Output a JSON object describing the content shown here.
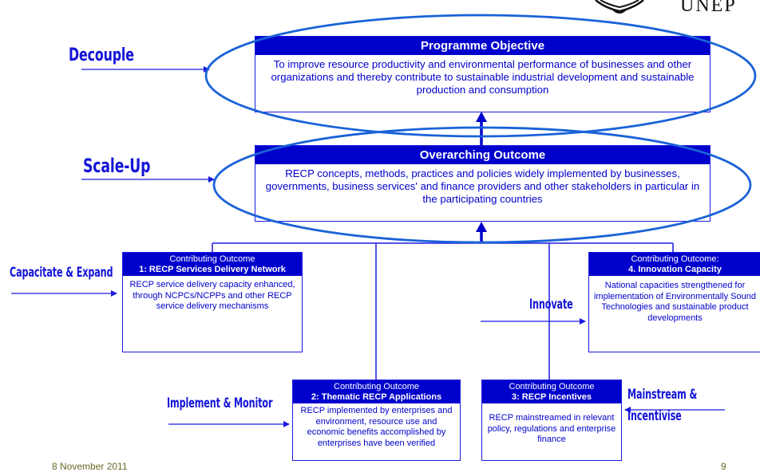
{
  "logo": {
    "text": "UNEP"
  },
  "objective": {
    "title": "Programme Objective",
    "body": "To improve resource productivity and environmental performance of businesses and other organizations and thereby contribute to sustainable industrial development and sustainable production and consumption"
  },
  "overarching": {
    "title": "Overarching Outcome",
    "body": "RECP concepts, methods, practices and policies  widely implemented by businesses, governments,  business services' and finance providers and other stakeholders in particular in the participating countries"
  },
  "outcomes": [
    {
      "label": "Contributing Outcome",
      "name": "1: RECP Services Delivery Network",
      "body": "RECP service delivery capacity enhanced, through  NCPCs/NCPPs and other RECP service delivery mechanisms"
    },
    {
      "label": "Contributing Outcome",
      "name": "2: Thematic RECP Applications",
      "body": "RECP implemented by enterprises and environment, resource use and economic benefits accomplished by enterprises have been verified"
    },
    {
      "label": "Contributing Outcome",
      "name": "3: RECP Incentives",
      "body": "RECP mainstreamed in relevant policy, regulations and enterprise finance"
    },
    {
      "label": "Contributing Outcome:",
      "name": "4. Innovation Capacity",
      "body": "National capacities strengthened for implementation of Environmentally Sound Technologies and sustainable product developments"
    }
  ],
  "actions": {
    "decouple": "Decouple",
    "scale_up": "Scale-Up",
    "capacitate": "Capacitate & Expand",
    "innovate": "Innovate",
    "implement": "Implement & Monitor",
    "mainstream_1": "Mainstream &",
    "mainstream_2": "Incentivise"
  },
  "footer": {
    "date": "8 November 2011",
    "page": "9"
  },
  "colors": {
    "primary_blue": "#0000cc",
    "action_blue": "#1414d8",
    "line_blue": "#1a1ae0"
  }
}
